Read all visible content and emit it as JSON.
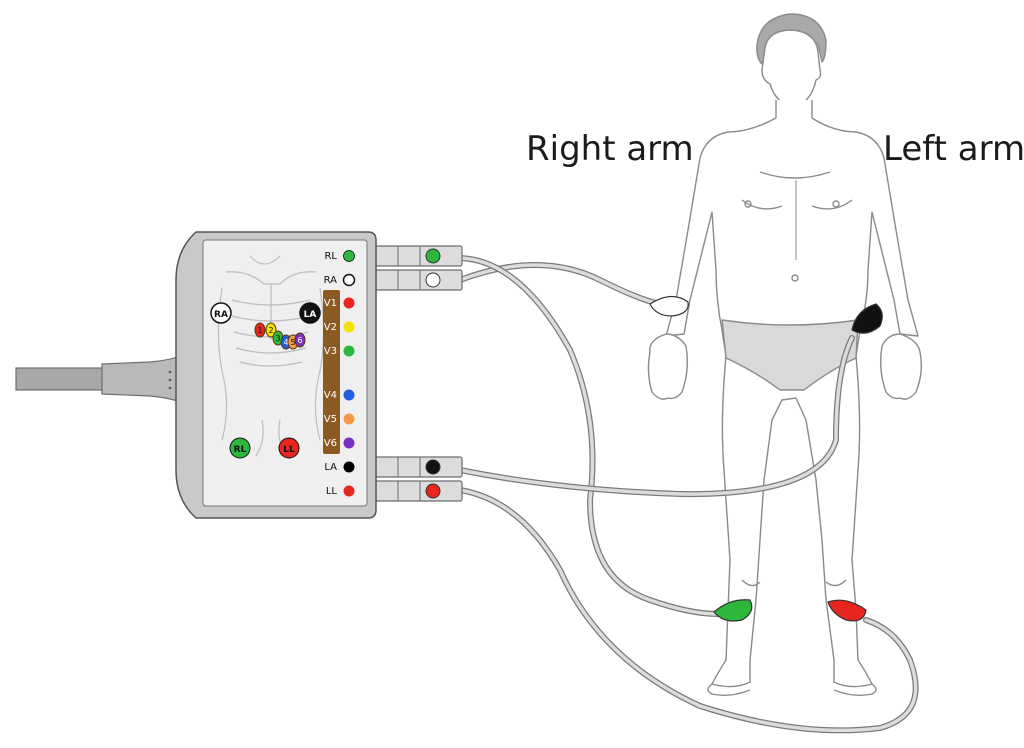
{
  "labels": {
    "right_arm": "Right arm",
    "left_arm": "Left arm"
  },
  "monitor": {
    "panel_electrodes": {
      "ra": "RA",
      "la": "LA",
      "rl": "RL",
      "ll": "LL"
    },
    "chest_numbers": [
      "1",
      "2",
      "3",
      "4",
      "5",
      "6"
    ],
    "side_leads": [
      {
        "label": "RL",
        "color": "#2db83d"
      },
      {
        "label": "RA",
        "color": "#ffffff"
      },
      {
        "label": "V1",
        "color": "#e8261e"
      },
      {
        "label": "V2",
        "color": "#f2e400"
      },
      {
        "label": "V3",
        "color": "#2db83d"
      },
      {
        "label": "V4",
        "color": "#1f5fe0"
      },
      {
        "label": "V5",
        "color": "#f29a4a"
      },
      {
        "label": "V6",
        "color": "#7a2fc0"
      },
      {
        "label": "LA",
        "color": "#000000"
      },
      {
        "label": "LL",
        "color": "#e8261e"
      }
    ]
  },
  "colors": {
    "green": "#2db83d",
    "white": "#ffffff",
    "red": "#e8261e",
    "black": "#000000",
    "yellow": "#f2e400",
    "blue": "#1f5fe0",
    "orange": "#f29a4a",
    "purple": "#7a2fc0",
    "brown_strip": "#8a5a22",
    "device_body": "#c9c9c9"
  }
}
